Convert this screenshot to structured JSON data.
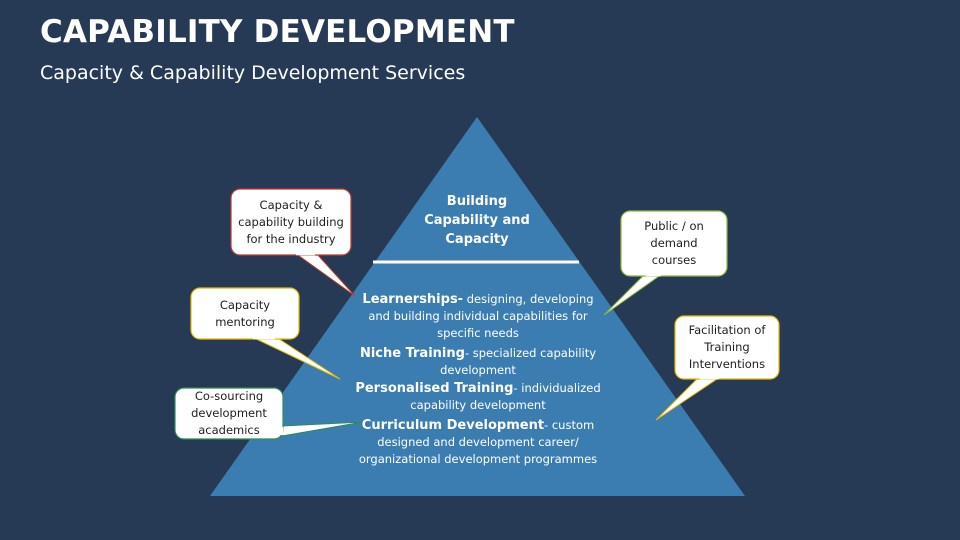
{
  "header": {
    "title": "CAPABILITY DEVELOPMENT",
    "subtitle": "Capacity & Capability Development Services"
  },
  "pyramid": {
    "apex_text": "Building Capability and Capacity",
    "items": [
      {
        "label": "Learnerships-",
        "description": " designing, developing and building individual capabilities for specific needs"
      },
      {
        "label": "Niche Training",
        "description": "- specialized capability development"
      },
      {
        "label": "Personalised Training",
        "description": "- individualized capability development"
      },
      {
        "label": "Curriculum Development",
        "description": "- custom designed and development career/ organizational development programmes"
      }
    ]
  },
  "callouts": [
    {
      "text": "Capacity & capability building for the industry",
      "border": "#c0392b"
    },
    {
      "text": "Capacity mentoring",
      "border": "#e6b800"
    },
    {
      "text": "Co-sourcing development academics",
      "border": "#2e8b57"
    },
    {
      "text": "Public / on demand courses",
      "border": "#8db83c"
    },
    {
      "text": "Facilitation of Training Interventions",
      "border": "#e6b800"
    }
  ],
  "colors": {
    "background": "#263a55",
    "pyramid": "#3c7db1",
    "divider": "#ffffff"
  }
}
